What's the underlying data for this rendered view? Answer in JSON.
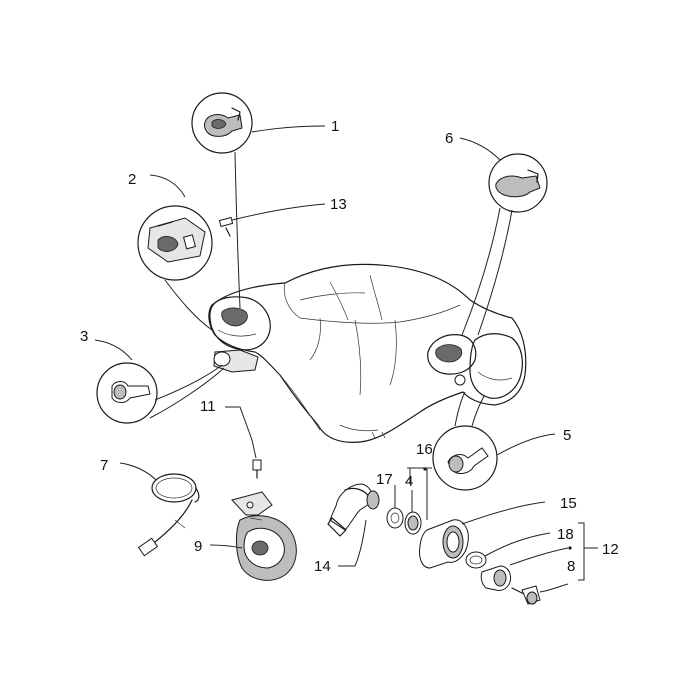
{
  "labels": {
    "p1": "1",
    "p2": "2",
    "p3": "3",
    "p4": "4",
    "p5": "5",
    "p6": "6",
    "p7": "7",
    "p8": "8",
    "p9": "9",
    "p11": "11",
    "p12": "12",
    "p13": "13",
    "p14": "14",
    "p15": "15",
    "p16": "16",
    "p17": "17",
    "p18": "18"
  },
  "colors": {
    "line": "#1a1a1a",
    "shade": "#bdbdbd",
    "background": "#ffffff"
  }
}
